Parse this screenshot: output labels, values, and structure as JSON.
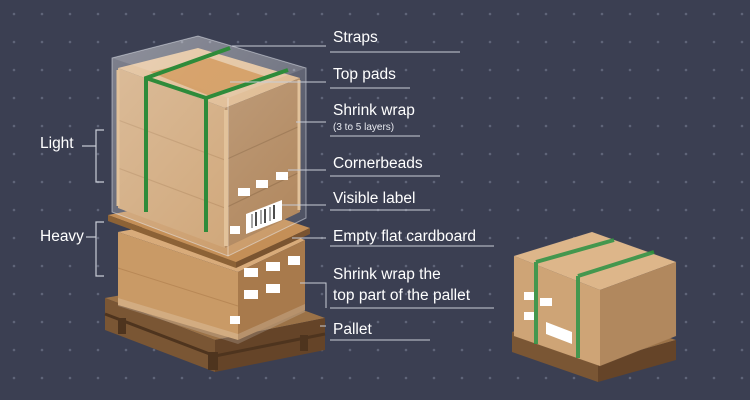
{
  "colors": {
    "background": "#3b3f52",
    "grid_dot": "#5f6478",
    "box_front": "#c99a66",
    "box_side": "#a87a4c",
    "box_top": "#d9ae7d",
    "pallet": "#8a6640",
    "strap": "#2e8b3a",
    "leader": "#c8ccd6"
  },
  "labels": {
    "straps": "Straps",
    "top_pads": "Top pads",
    "shrink_wrap": "Shrink wrap",
    "shrink_wrap_note": "(3 to 5 layers)",
    "cornerbeads": "Cornerbeads",
    "visible_label": "Visible label",
    "empty_flat_cardboard": "Empty flat cardboard",
    "shrink_wrap_top_line1": "Shrink wrap the",
    "shrink_wrap_top_line2": "top part of the pallet",
    "pallet": "Pallet"
  },
  "sides": {
    "light": "Light",
    "heavy": "Heavy"
  }
}
